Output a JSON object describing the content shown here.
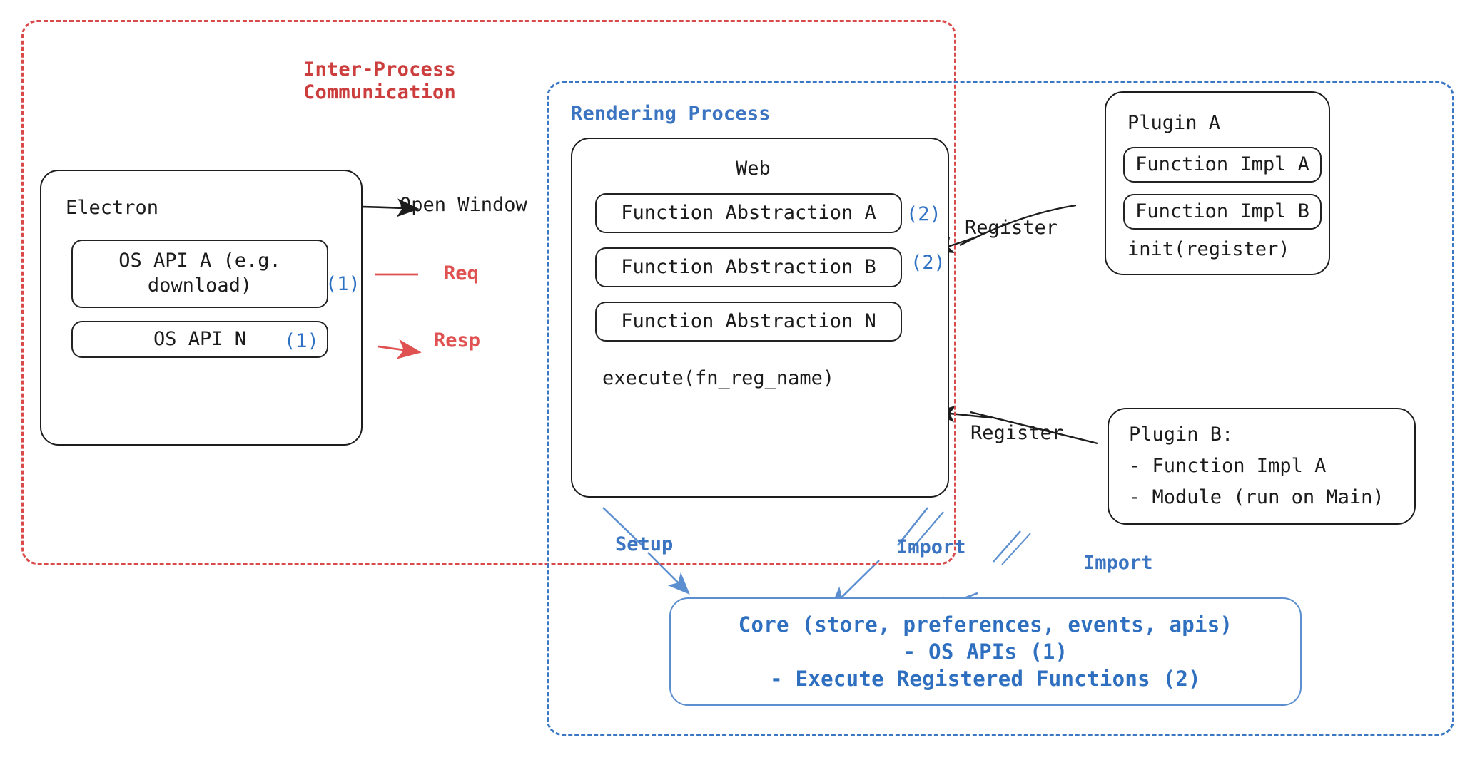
{
  "groups": {
    "ipc": {
      "label": "Inter-Process\nCommunication",
      "color": "#cc3d3d"
    },
    "rendering": {
      "label": "Rendering Process",
      "color": "#3b74c0"
    }
  },
  "electron": {
    "title": "Electron",
    "apis": [
      {
        "label": "OS API A (e.g.\ndownload)",
        "tag": "(1)"
      },
      {
        "label": "OS API N",
        "tag": "(1)"
      }
    ]
  },
  "web": {
    "title": "Web",
    "abstractions": [
      {
        "label": "Function Abstraction A",
        "tag": "(2)"
      },
      {
        "label": "Function Abstraction B",
        "tag": "(2)"
      },
      {
        "label": "Function Abstraction N",
        "tag": ""
      }
    ],
    "footer": "execute(fn_reg_name)"
  },
  "plugin_a": {
    "title": "Plugin A",
    "items": [
      "Function Impl A",
      "Function Impl B"
    ],
    "footer": "init(register)"
  },
  "plugin_b": {
    "lines": [
      "Plugin B:",
      "- Function Impl A",
      "- Module (run on Main)"
    ]
  },
  "core": {
    "lines": [
      "Core (store, preferences, events, apis)",
      "- OS APIs (1)",
      "- Execute Registered Functions (2)"
    ]
  },
  "edges": {
    "open_window": "Open Window",
    "req": "Req",
    "resp": "Resp",
    "register_a": "Register",
    "register_b": "Register",
    "setup": "Setup",
    "import_web": "Import",
    "import_plugin": "Import"
  },
  "colors": {
    "red": "#d94b4b",
    "blue": "#3b78c3",
    "blue_text": "#2f72c4",
    "ink": "#1b1b1b"
  }
}
